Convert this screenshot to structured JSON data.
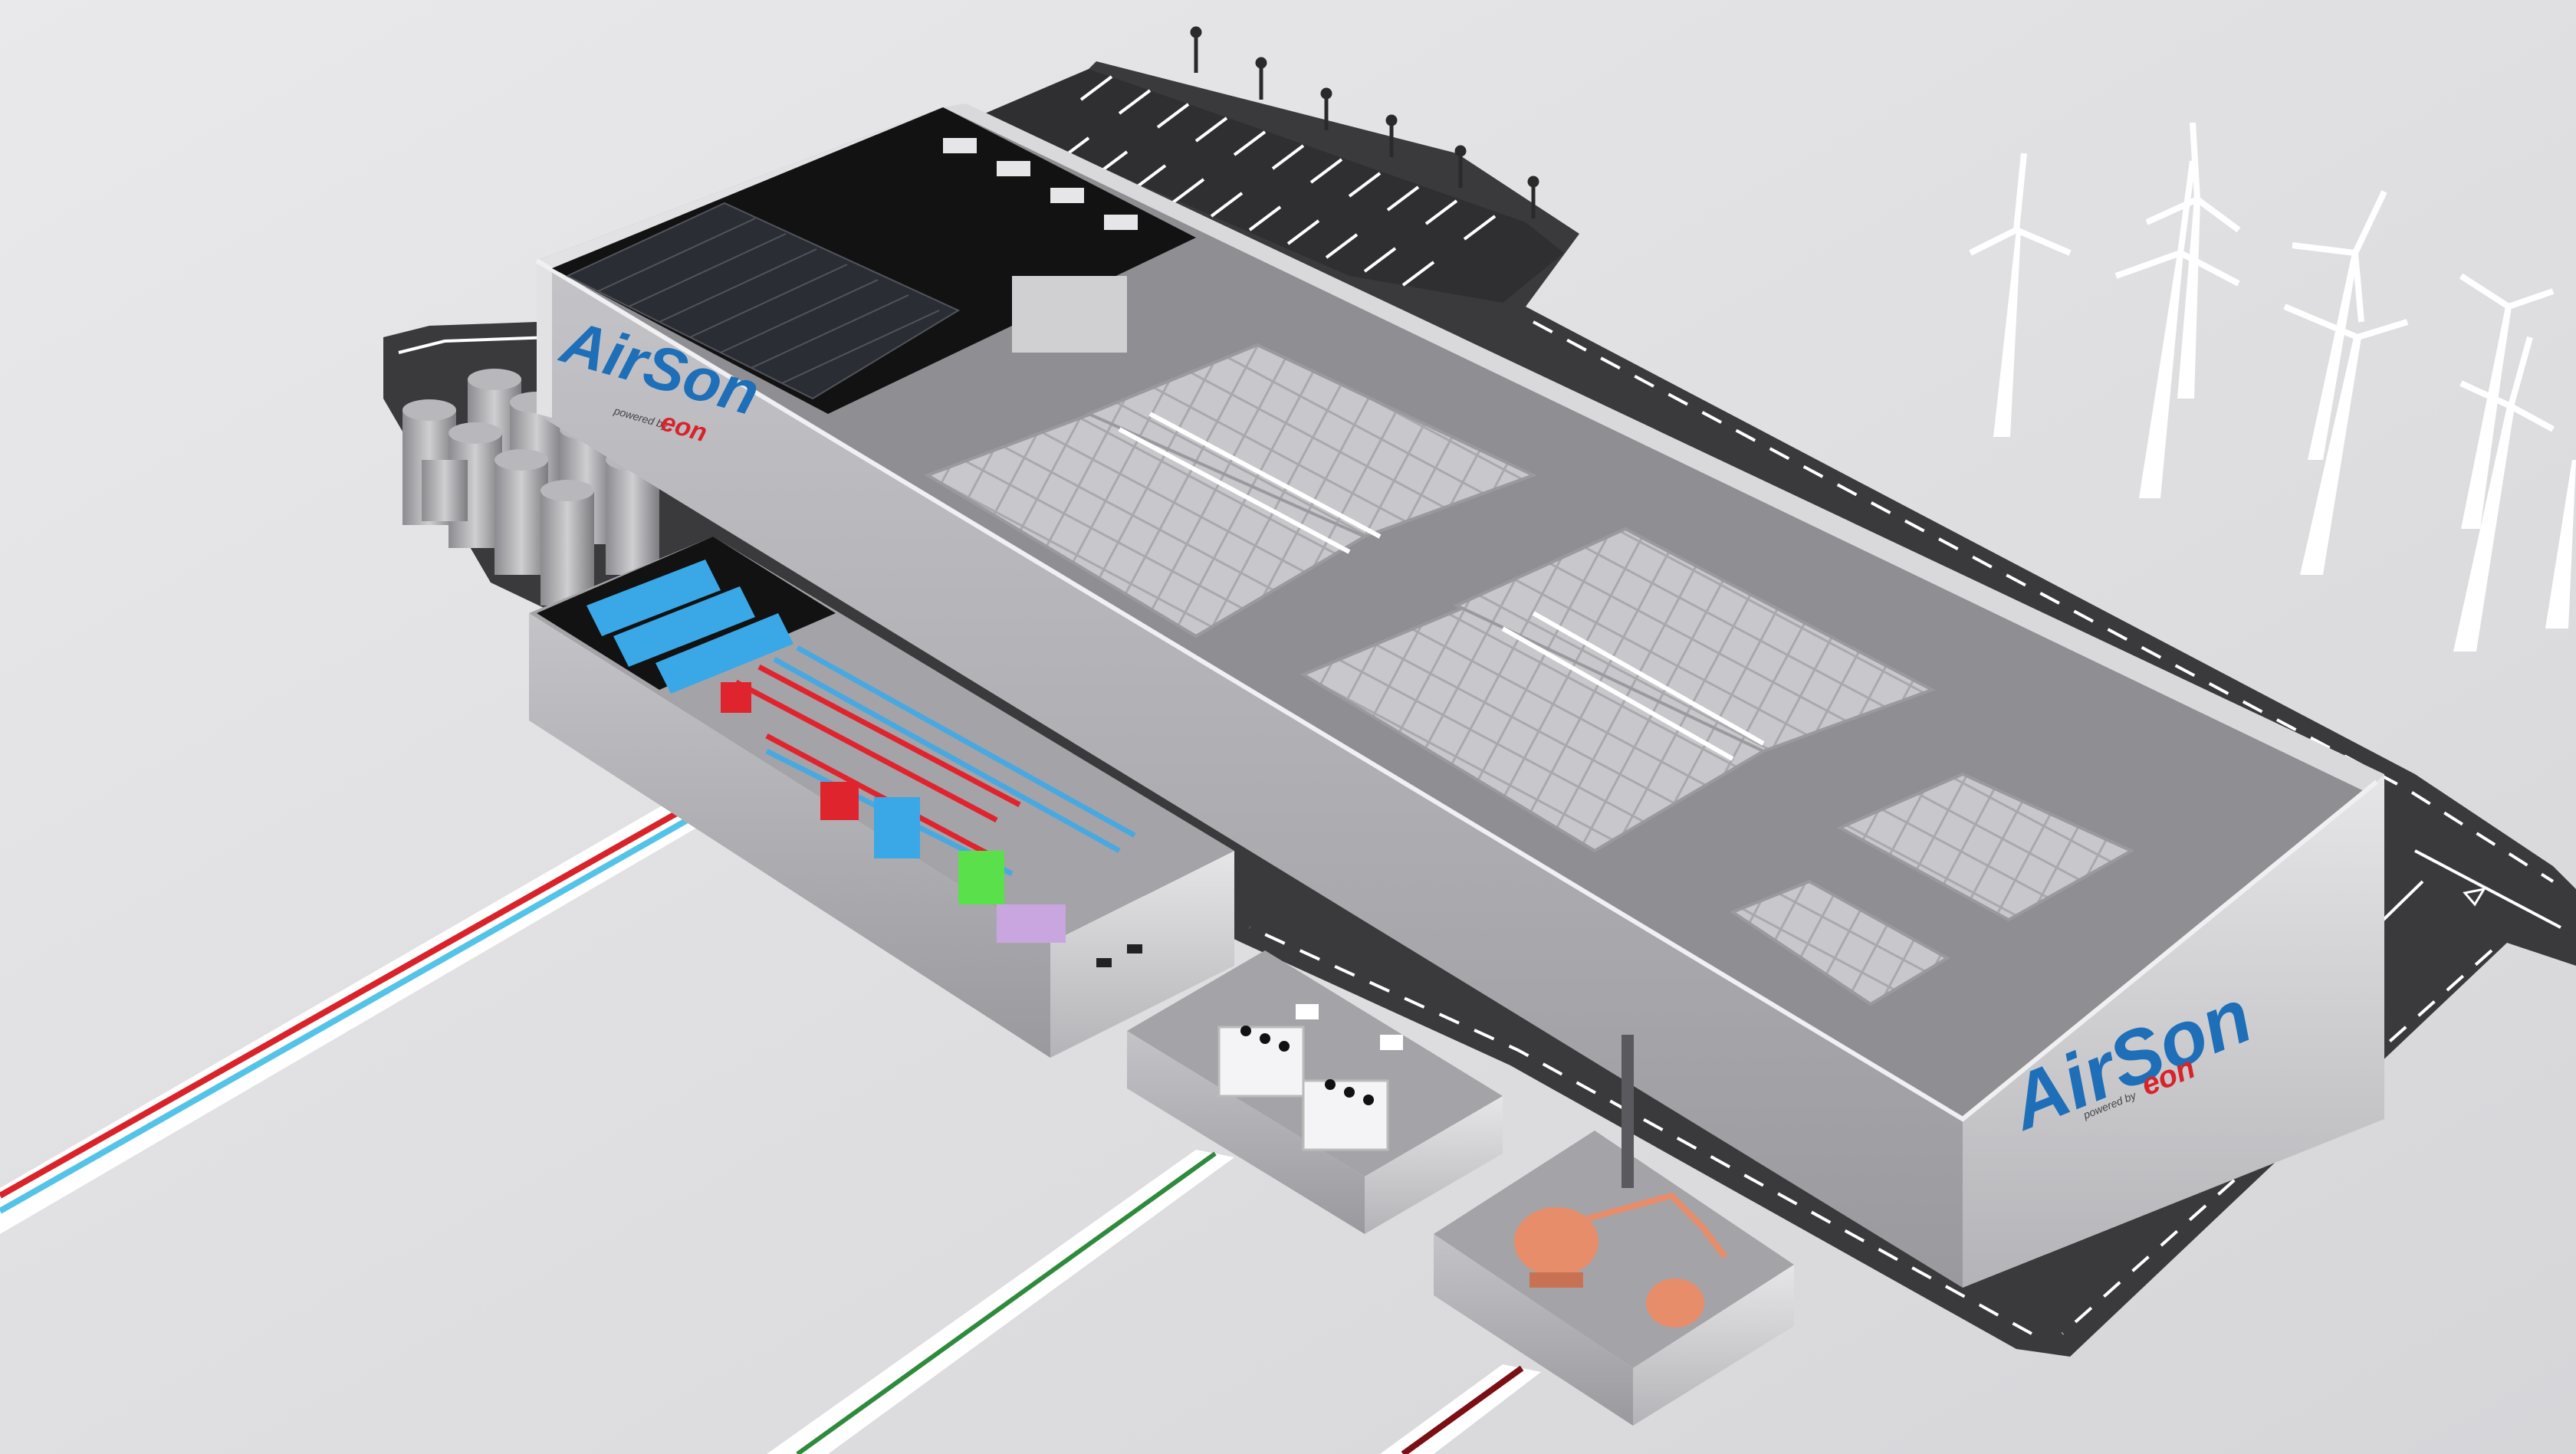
{
  "brand": {
    "name": "AirSon",
    "tagline": "powered by",
    "partner": "eon",
    "name_color": "#1f6fb8",
    "partner_color": "#d8232a"
  },
  "colors": {
    "background": "#e4e4e6",
    "road": "#3a3a3c",
    "road_marking": "#ffffff",
    "building_wall": "#cfcfd2",
    "building_floor": "#8f8f93",
    "roof_dark": "#121212",
    "solar_panel": "#2a2d33",
    "chiller_blue": "#3aa7e6",
    "pipe_red": "#e0242e",
    "pipe_blue": "#4aa8e0",
    "equipment_green": "#59e04a",
    "equipment_purple": "#c9a6e0",
    "boiler_orange": "#e88d6a",
    "cable_red": "#d8232a",
    "cable_cyan": "#55c3e8",
    "cable_green": "#2f8a3c",
    "cable_darkred": "#7a0f14",
    "turbine": "#ffffff"
  },
  "icons": {
    "wind_turbine": "wind-turbine-icon",
    "storage_silo": "silo-icon",
    "street_lamp": "street-lamp-icon",
    "solar_panel": "solar-panel-icon",
    "transformer": "transformer-icon",
    "boiler": "boiler-icon",
    "road_arrow": "road-arrow-icon"
  },
  "scene": {
    "wind_turbine_count": 8,
    "silo_count": 9,
    "street_lamp_count": 6,
    "data_hall_count": 4,
    "transformer_count": 2,
    "chiller_count": 3
  }
}
